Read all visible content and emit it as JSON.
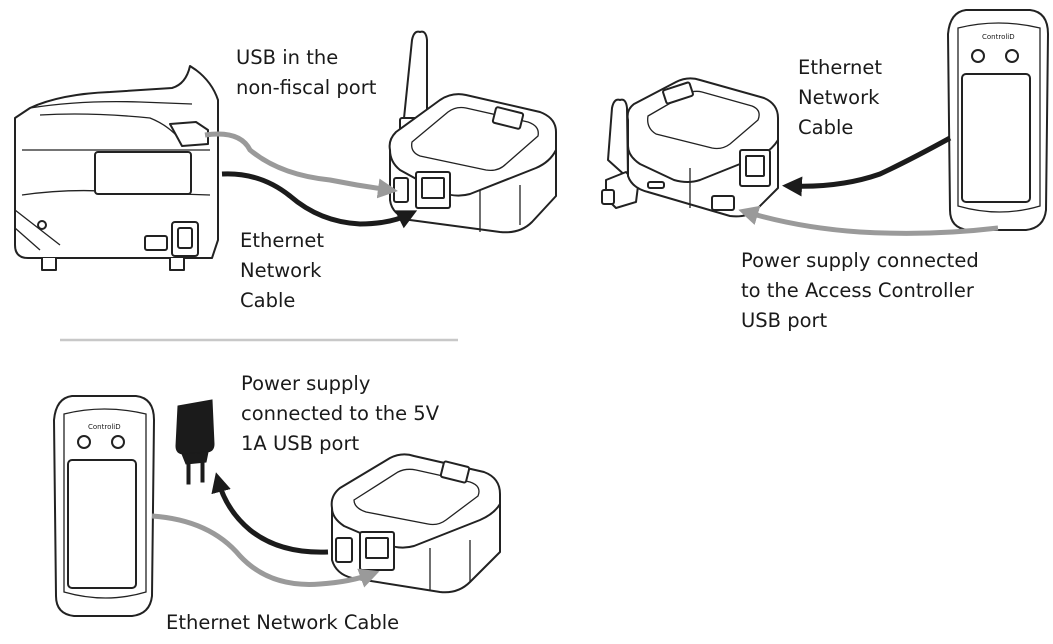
{
  "labels": {
    "usb_nonfiscal": [
      "USB in the",
      "non-fiscal port"
    ],
    "ethernet_top_left": [
      "Ethernet",
      "Network",
      "Cable"
    ],
    "ethernet_top_right": [
      "Ethernet",
      "Network",
      "Cable"
    ],
    "power_access_controller": [
      "Power supply connected",
      "to the Access Controller",
      "USB port"
    ],
    "power_5v": [
      "Power supply",
      "connected to the 5V",
      "1A USB port"
    ],
    "ethernet_bottom": "Ethernet Network Cable",
    "brand_logo": "ControliD"
  },
  "colors": {
    "usb_cable": "#9a9a9a",
    "ethernet_cable": "#1b1b1b",
    "outline": "#222222",
    "divider": "#c8c8c8"
  },
  "icons": [
    "printer",
    "hub-device",
    "antenna",
    "access-controller",
    "power-adapter"
  ]
}
